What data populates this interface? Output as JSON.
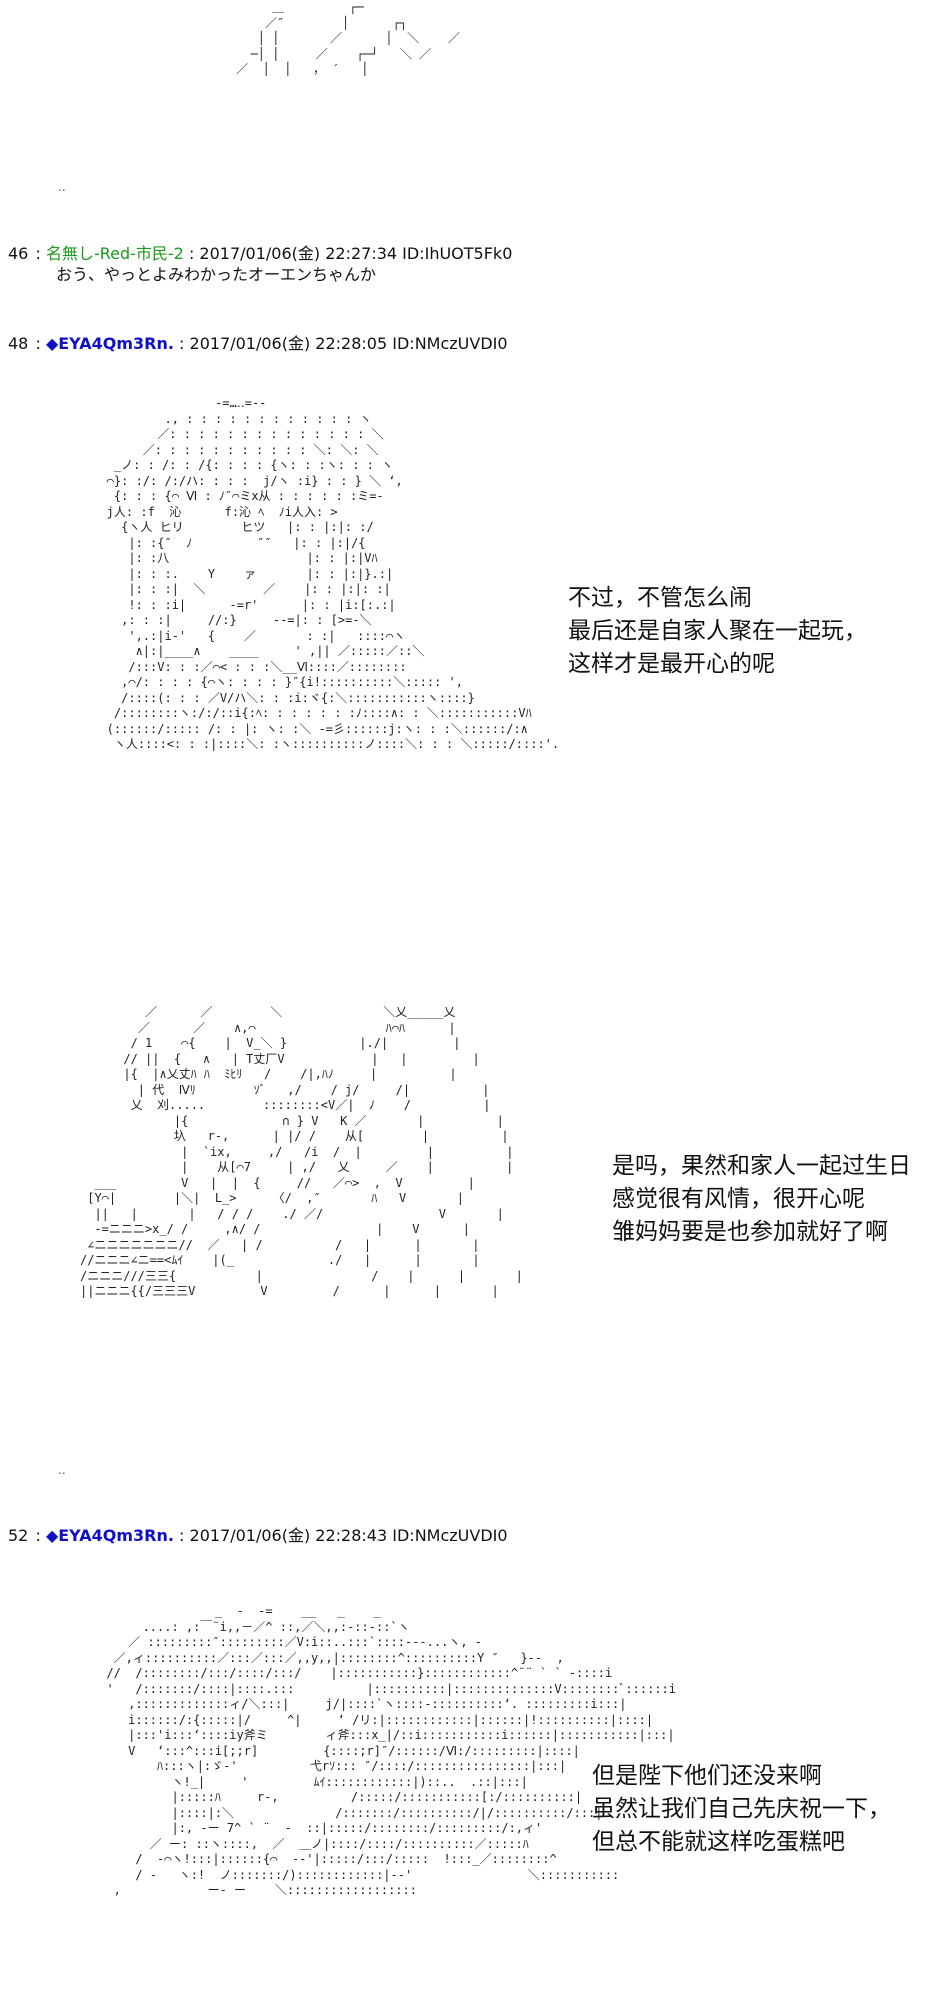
{
  "top_art": "          ＿         ┌─\n         ／″        │      ┌┐\n        │ │       ／      │  ＼    ／\n       ─│ │     ／    ┌─┘   ＼ ／\n     ／  │  │   ， ′   │",
  "posts": [
    {
      "number": "46",
      "name": "名無し-Red-市民-2",
      "date": "2017/01/06(金) 22:27:34",
      "id": "ID:IhUOT5Fk0",
      "body": "おう、やっとよみわかったオーエンちゃんか"
    },
    {
      "number": "48",
      "name": "◆EYA4Qm3Rn.",
      "date": "2017/01/06(金) 22:28:05",
      "id": "ID:NMczUVDI0",
      "captions": [
        "不过，不管怎么闹\n最后还是自家人聚在一起玩，\n这样才是最开心的呢",
        "是吗，果然和家人一起过生日\n感觉很有风情，很开心呢\n雏妈妈要是也参加就好了啊"
      ]
    },
    {
      "number": "52",
      "name": "◆EYA4Qm3Rn.",
      "date": "2017/01/06(金) 22:28:43",
      "id": "ID:NMczUVDI0",
      "captions": [
        "但是陛下他们还没来啊\n虽然让我们自己先庆祝一下，\n但总不能就这样吃蛋糕吧"
      ]
    }
  ],
  "separator": ":",
  "dots": ".."
}
